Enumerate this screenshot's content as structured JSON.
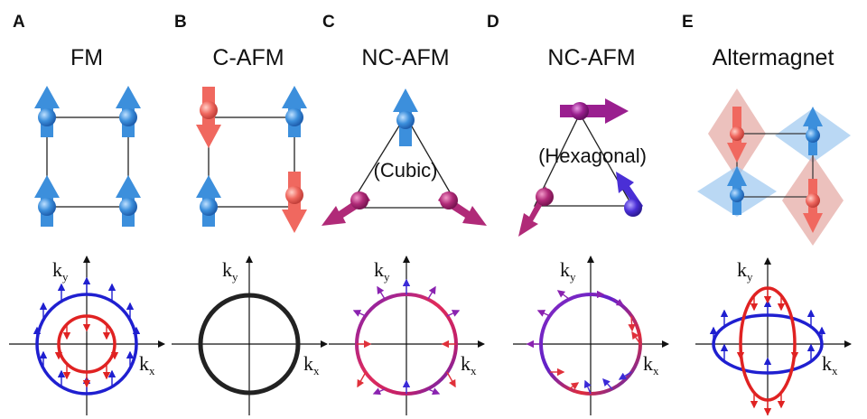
{
  "colors": {
    "spin_blue": "#3c8fdc",
    "spin_red": "#f0685f",
    "spin_magenta": "#b02a78",
    "spin_purple": "#9a1f8f",
    "spin_violet": "#4a2fd6",
    "fermi_blue": "#1f1fd0",
    "fermi_red": "#e02222",
    "fermi_black": "#222222"
  },
  "panels": [
    {
      "id": "A",
      "letter": "A",
      "title": "FM",
      "lattice": "square-ferromagnet",
      "spins": [
        "up",
        "up",
        "up",
        "up"
      ],
      "fermi_surface": "two-circles-spin-split"
    },
    {
      "id": "B",
      "letter": "B",
      "title": "C-AFM",
      "lattice": "square-collinear-antiferromagnet",
      "spins": [
        "down",
        "up",
        "up",
        "down"
      ],
      "fermi_surface": "single-degenerate-circle"
    },
    {
      "id": "C",
      "letter": "C",
      "title": "NC-AFM",
      "sublabel": "(Cubic)",
      "lattice": "triangle-noncollinear",
      "spins": [
        "up",
        "down-left",
        "down-right"
      ],
      "fermi_surface": "circle-with-spin-texture"
    },
    {
      "id": "D",
      "letter": "D",
      "title": "NC-AFM",
      "sublabel": "(Hexagonal)",
      "lattice": "triangle-noncollinear",
      "spins": [
        "right",
        "down-left",
        "up-left"
      ],
      "fermi_surface": "circle-with-spin-texture"
    },
    {
      "id": "E",
      "letter": "E",
      "title": "Altermagnet",
      "lattice": "square-altermagnet-with-octahedra",
      "spins": [
        "down",
        "up",
        "up",
        "down"
      ],
      "fermi_surface": "crossed-ellipses"
    }
  ],
  "axes": {
    "kx_main": "k",
    "kx_sub": "x",
    "ky_main": "k",
    "ky_sub": "y"
  }
}
